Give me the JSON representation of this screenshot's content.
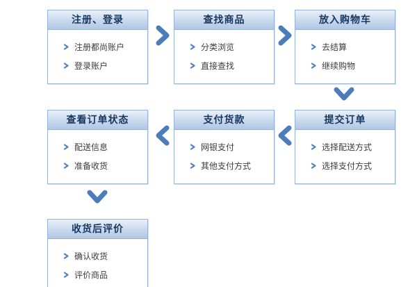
{
  "flow": {
    "boxes": [
      {
        "title": "注册、登录",
        "items": [
          "注册都尚账户",
          "登录账户"
        ]
      },
      {
        "title": "查找商品",
        "items": [
          "分类浏览",
          "直接查找"
        ]
      },
      {
        "title": "放入购物车",
        "items": [
          "去结算",
          "继续购物"
        ]
      },
      {
        "title": "提交订单",
        "items": [
          "选择配送方式",
          "选择支付方式"
        ]
      },
      {
        "title": "支付货款",
        "items": [
          "网银支付",
          "其他支付方式"
        ]
      },
      {
        "title": "查看订单状态",
        "items": [
          "配送信息",
          "准备收货"
        ]
      },
      {
        "title": "收货后评价",
        "items": [
          "确认收货",
          "评价商品"
        ]
      }
    ],
    "colors": {
      "header_text": "#17375e",
      "box_border": "#95b3d7",
      "arrow": "#4c7dbb",
      "bullet": "#4f81bd",
      "item_text": "#3c3c3c"
    }
  }
}
